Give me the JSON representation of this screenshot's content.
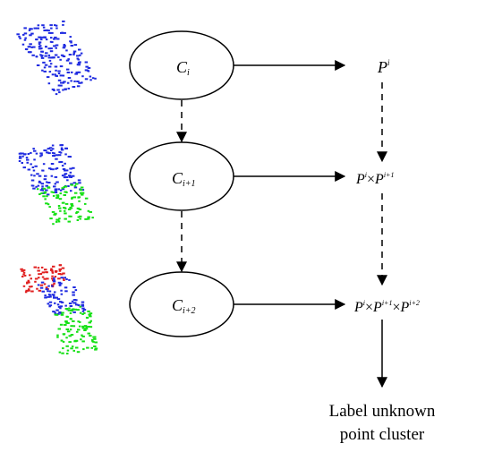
{
  "colors": {
    "blue": "#1f2be0",
    "green": "#15e015",
    "red": "#e01f1f",
    "stroke": "#000000",
    "background": "#ffffff"
  },
  "nodes": [
    {
      "id": "c_i",
      "label_base": "C",
      "label_sub": "i"
    },
    {
      "id": "c_i1",
      "label_base": "C",
      "label_sub": "i+1"
    },
    {
      "id": "c_i2",
      "label_base": "C",
      "label_sub": "i+2"
    }
  ],
  "outputs": [
    {
      "id": "p_i",
      "terms": [
        {
          "base": "P",
          "sup": "i"
        }
      ]
    },
    {
      "id": "p_i_x",
      "terms": [
        {
          "base": "P",
          "sup": "i"
        },
        {
          "base": "P",
          "sup": "i+1"
        }
      ]
    },
    {
      "id": "p_i_xx",
      "terms": [
        {
          "base": "P",
          "sup": "i"
        },
        {
          "base": "P",
          "sup": "i+1"
        },
        {
          "base": "P",
          "sup": "i+2"
        }
      ]
    }
  ],
  "times_symbol": "×",
  "final_label": {
    "line1": "Label unknown",
    "line2": "point cluster"
  },
  "point_clouds": [
    {
      "id": "cloud-1",
      "segments": [
        "blue"
      ]
    },
    {
      "id": "cloud-2",
      "segments": [
        "blue",
        "green"
      ]
    },
    {
      "id": "cloud-3",
      "segments": [
        "red",
        "blue",
        "green"
      ]
    }
  ]
}
